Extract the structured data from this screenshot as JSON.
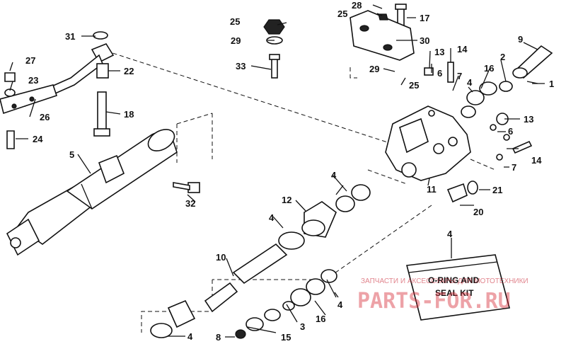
{
  "callouts": [
    {
      "id": "c28",
      "text": "28"
    },
    {
      "id": "c25a",
      "text": "25"
    },
    {
      "id": "c17",
      "text": "17"
    },
    {
      "id": "c25b",
      "text": "25"
    },
    {
      "id": "c29a",
      "text": "29"
    },
    {
      "id": "c33",
      "text": "33"
    },
    {
      "id": "c30",
      "text": "30"
    },
    {
      "id": "c31",
      "text": "31"
    },
    {
      "id": "c27",
      "text": "27"
    },
    {
      "id": "c23",
      "text": "23"
    },
    {
      "id": "c22",
      "text": "22"
    },
    {
      "id": "c26",
      "text": "26"
    },
    {
      "id": "c18",
      "text": "18"
    },
    {
      "id": "c24",
      "text": "24"
    },
    {
      "id": "c13a",
      "text": "13"
    },
    {
      "id": "c14a",
      "text": "14"
    },
    {
      "id": "c9",
      "text": "9"
    },
    {
      "id": "c29b",
      "text": "29"
    },
    {
      "id": "c6a",
      "text": "6"
    },
    {
      "id": "c7a",
      "text": "7"
    },
    {
      "id": "c25c",
      "text": "25"
    },
    {
      "id": "c16a",
      "text": "16"
    },
    {
      "id": "c2",
      "text": "2"
    },
    {
      "id": "c1",
      "text": "1"
    },
    {
      "id": "c4a",
      "text": "4"
    },
    {
      "id": "c13b",
      "text": "13"
    },
    {
      "id": "c6b",
      "text": "6"
    },
    {
      "id": "c14b",
      "text": "14"
    },
    {
      "id": "c7b",
      "text": "7"
    },
    {
      "id": "c5",
      "text": "5"
    },
    {
      "id": "c4b",
      "text": "4"
    },
    {
      "id": "c11",
      "text": "11"
    },
    {
      "id": "c21",
      "text": "21"
    },
    {
      "id": "c32",
      "text": "32"
    },
    {
      "id": "c12",
      "text": "12"
    },
    {
      "id": "c20",
      "text": "20"
    },
    {
      "id": "c4c",
      "text": "4"
    },
    {
      "id": "c4d",
      "text": "4"
    },
    {
      "id": "c10",
      "text": "10"
    },
    {
      "id": "c4e",
      "text": "4"
    },
    {
      "id": "c16b",
      "text": "16"
    },
    {
      "id": "c3",
      "text": "3"
    },
    {
      "id": "c8",
      "text": "8"
    },
    {
      "id": "c15",
      "text": "15"
    },
    {
      "id": "c4f",
      "text": "4"
    }
  ],
  "kit": {
    "line1": "O-RING AND",
    "line2": "SEAL KIT",
    "callout": "4"
  },
  "watermark": {
    "line": "ЗАПЧАСТИ И АКСЕССУАРЫ ДЛЯ МОТОТЕХНИКИ",
    "brand": "PARTS-FOR.RU"
  }
}
